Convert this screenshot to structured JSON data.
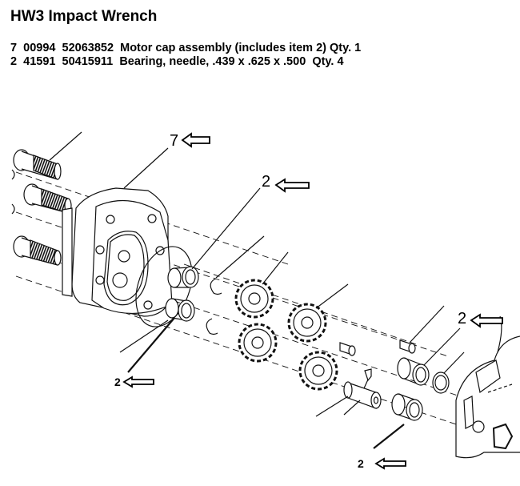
{
  "title": "HW3 Impact Wrench",
  "parts_list": [
    {
      "item": "7",
      "code": "00994",
      "part_number": "52063852",
      "description": "Motor cap assembly (includes item 2)",
      "qty_label": "Qty. 1"
    },
    {
      "item": "2",
      "code": "41591",
      "part_number": "50415911",
      "description": "Bearing, needle, .439 x .625 x .500",
      "qty_label": "Qty. 4"
    }
  ],
  "callouts": [
    {
      "label": "7",
      "target": "motor-cap-assembly",
      "icon": "left-arrow-icon"
    },
    {
      "label": "2",
      "target": "needle-bearing-upper-left",
      "icon": "left-arrow-icon"
    },
    {
      "label": "2",
      "target": "needle-bearing-upper-right",
      "icon": "left-arrow-icon"
    },
    {
      "label": "2",
      "target": "needle-bearing-lower-left",
      "icon": "left-arrow-icon"
    },
    {
      "label": "2",
      "target": "needle-bearing-lower-right",
      "icon": "left-arrow-icon"
    }
  ]
}
